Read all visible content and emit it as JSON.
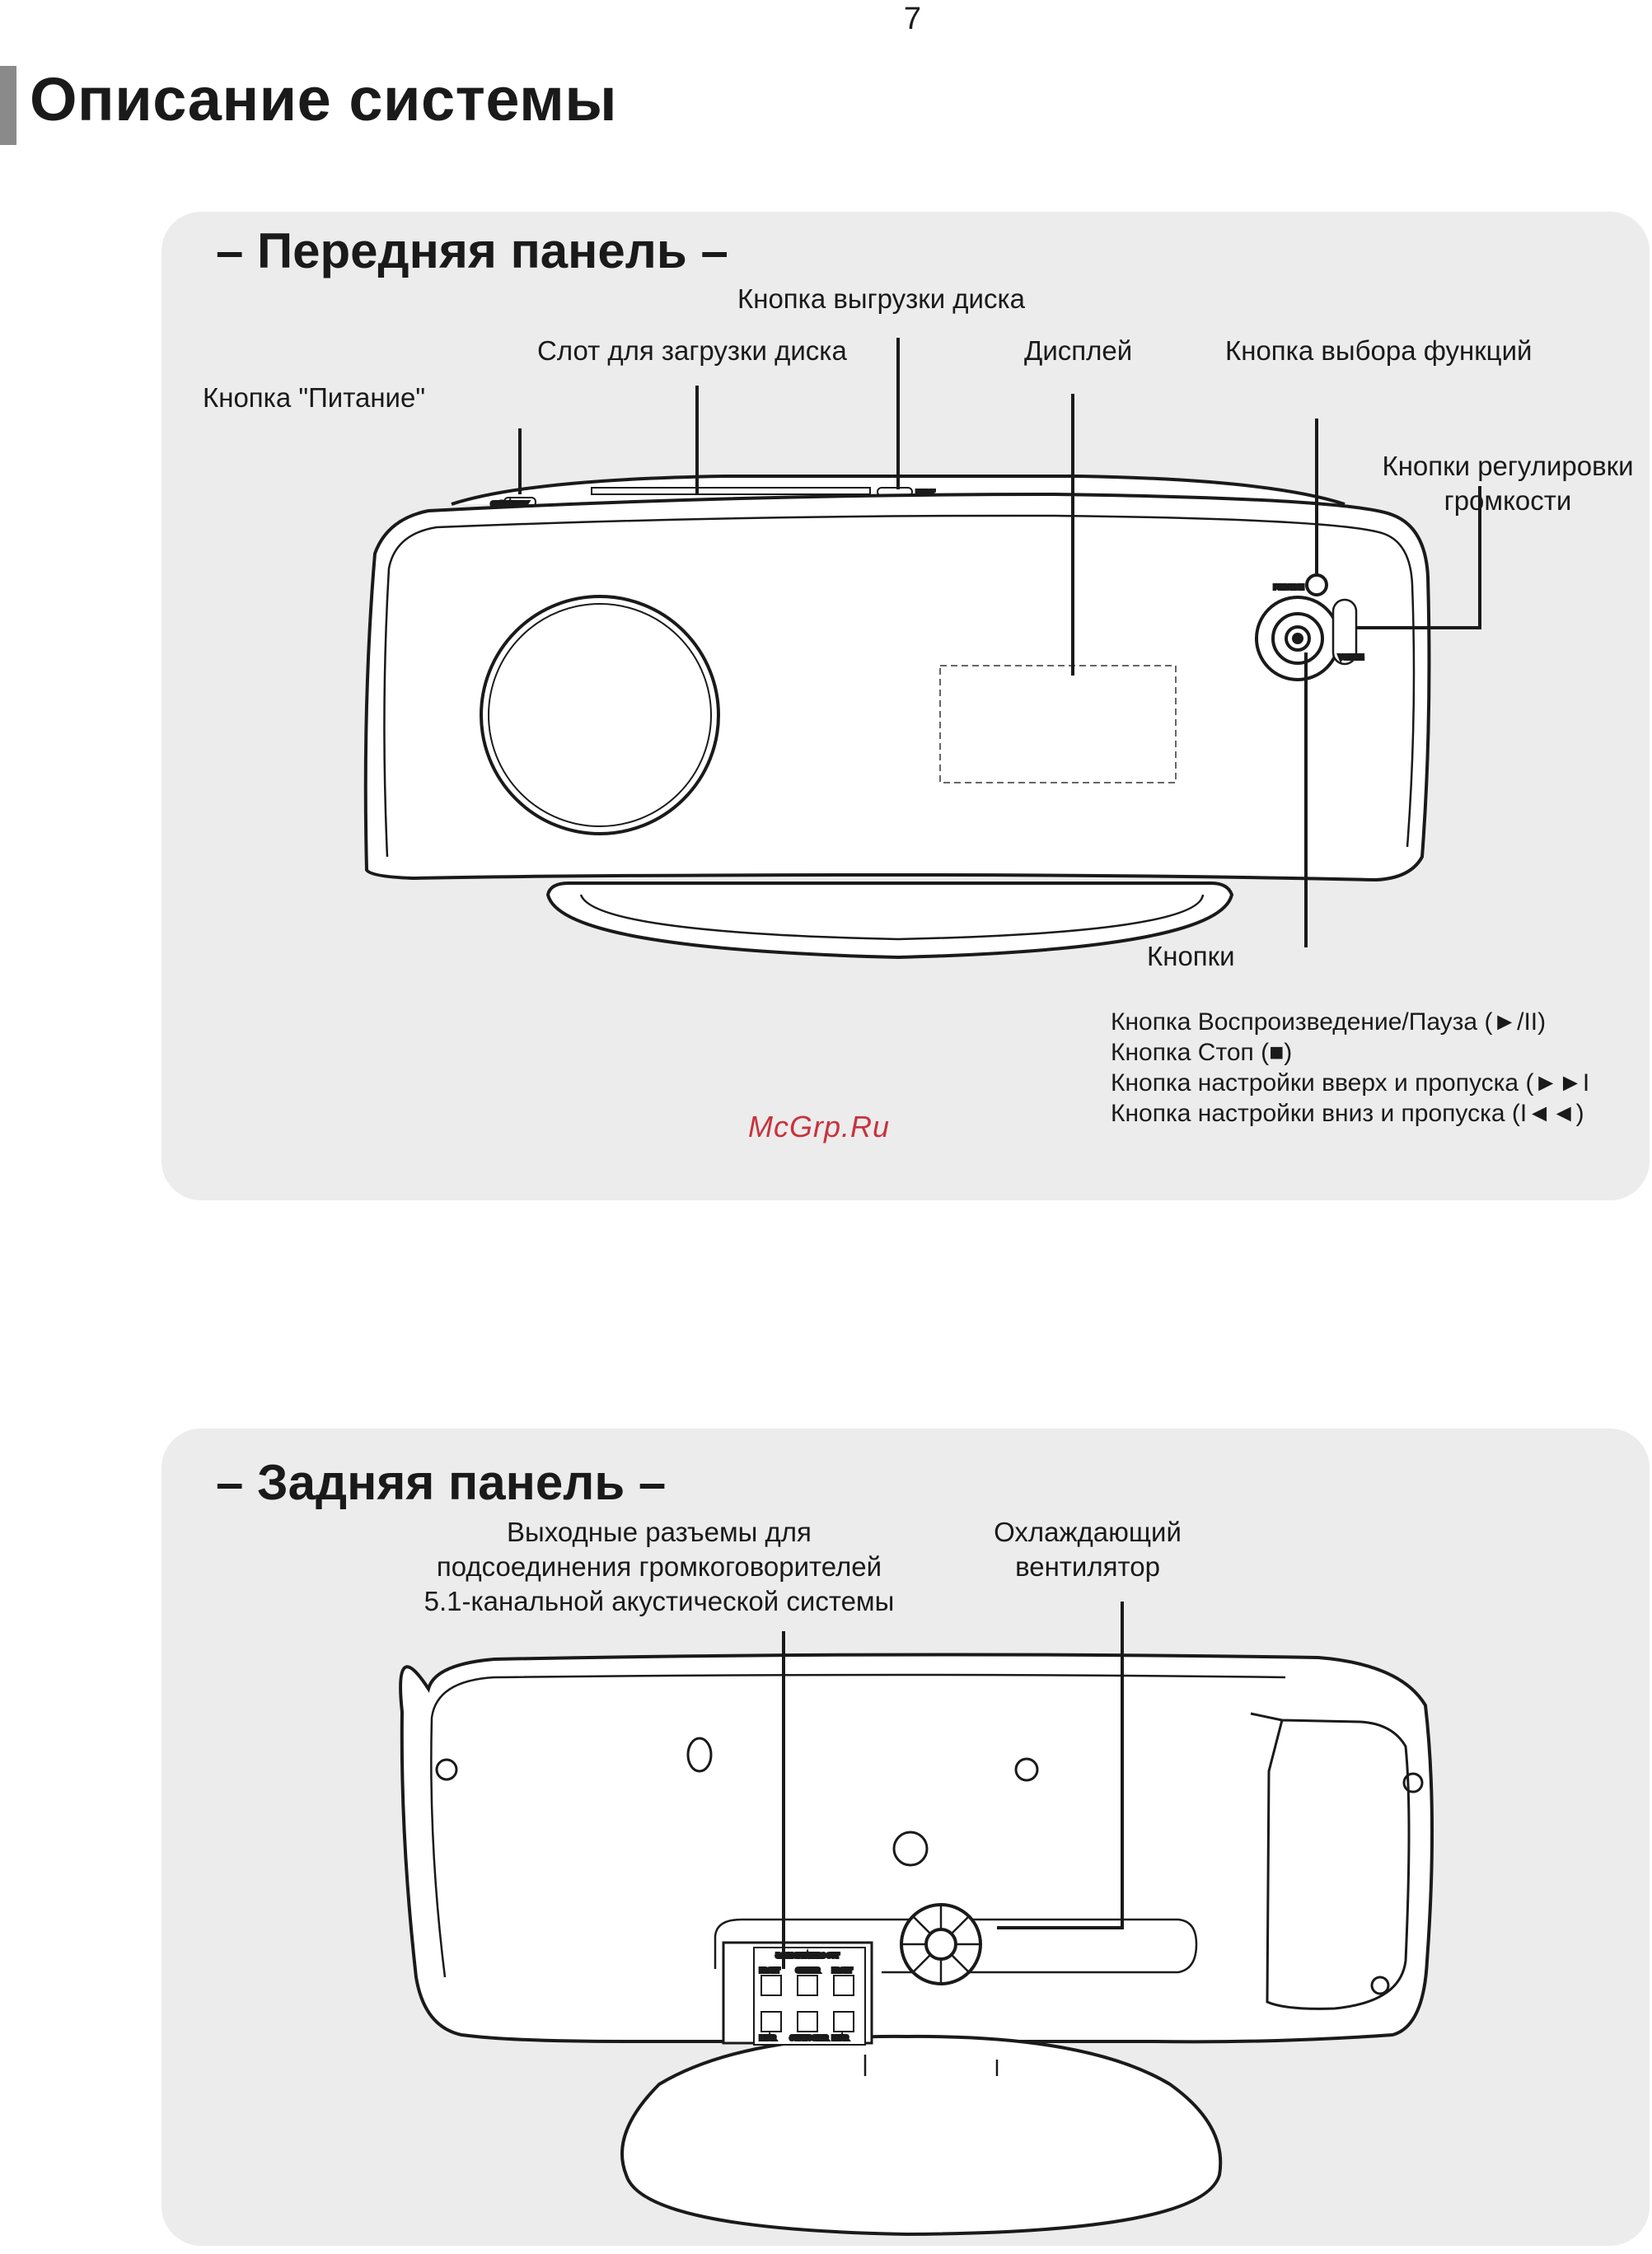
{
  "page_number": "7",
  "page_title": "Описание системы",
  "front_panel": {
    "title": "– Передняя панель –",
    "labels": {
      "eject_button": "Кнопка выгрузки диска",
      "disc_slot": "Слот для загрузки диска",
      "display": "Дисплей",
      "function_button": "Кнопка выбора функций",
      "power_button": "Кнопка \"Питание\"",
      "volume_buttons_line1": "Кнопки регулировки",
      "volume_buttons_line2": "громкости",
      "buttons": "Кнопки"
    },
    "button_descriptions": [
      "Кнопка Воспроизведение/Пауза (►/II)",
      "Кнопка Стоп (■)",
      "Кнопка настройки вверх и пропуска (►►I",
      "Кнопка настройки вниз и пропуска (I◄◄)"
    ],
    "device_markings": {
      "on_standby": "ON/STANDBY",
      "eject": "EJECT",
      "function": "FUNCTION",
      "volume": "VOLUME"
    }
  },
  "watermark": "McGrp.Ru",
  "rear_panel": {
    "title": "– Задняя панель –",
    "labels": {
      "speaker_outputs_line1": "Выходные разъемы для",
      "speaker_outputs_line2": "подсоединения громкоговорителей",
      "speaker_outputs_line3": "5.1-канальной акустической системы",
      "cooling_fan_line1": "Охлаждающий",
      "cooling_fan_line2": "вентилятор"
    },
    "device_markings": {
      "speakers_out": "5.1CH SPEAKERS OUT",
      "front_l": "FRONT",
      "center": "CENTER",
      "front_r": "FRONT",
      "rear_l": "REAR",
      "subwoofer": "SUBWOOFER",
      "rear_r": "REAR"
    }
  }
}
